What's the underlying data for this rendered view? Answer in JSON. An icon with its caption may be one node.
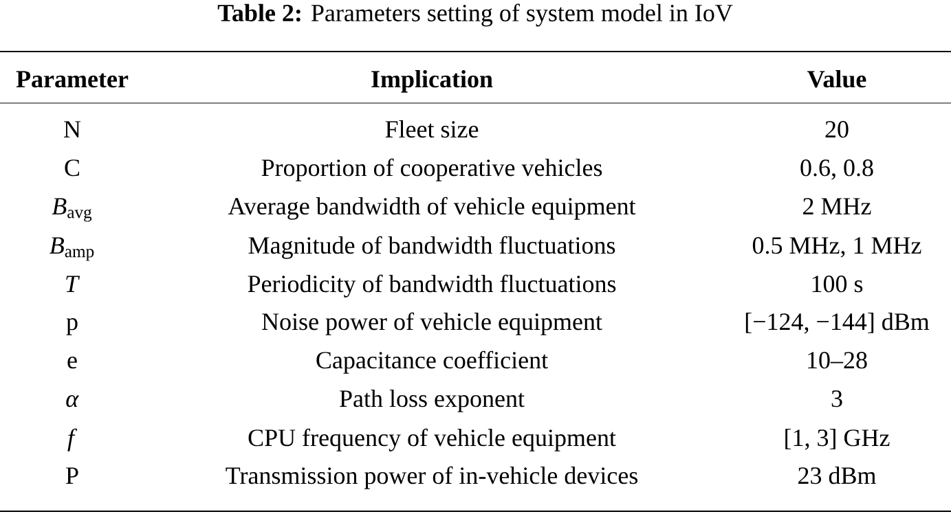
{
  "diagram": {
    "title": "**Table 2:** Parameters setting of system model in IoV",
    "labels": [
      "Parameter",
      "Implication",
      "Value",
      "N",
      "Fleet size",
      "20",
      "C",
      "Proportion of cooperative vehicles",
      "0.6, 0.8",
      "*B*$_{avg}$",
      "Average bandwidth of vehicle equipment",
      "2 MHz",
      "*B*$_{amp}$",
      "Magnitude of bandwidth fluctuations",
      "0.5 MHz, 1 MHz",
      "*T*",
      "Periodicity of bandwidth fluctuations",
      "100 s",
      "p",
      "Noise power of vehicle equipment",
      "[−124, −144] dBm",
      "e",
      "Capacitance coefficient",
      "10–28",
      "*α*",
      "Path loss exponent",
      "3",
      "*f*",
      "CPU frequency of vehicle equipment",
      "[1, 3] GHz",
      "P",
      "Transmission power of in-vehicle devices",
      "23 dBm"
    ]
  }
}
